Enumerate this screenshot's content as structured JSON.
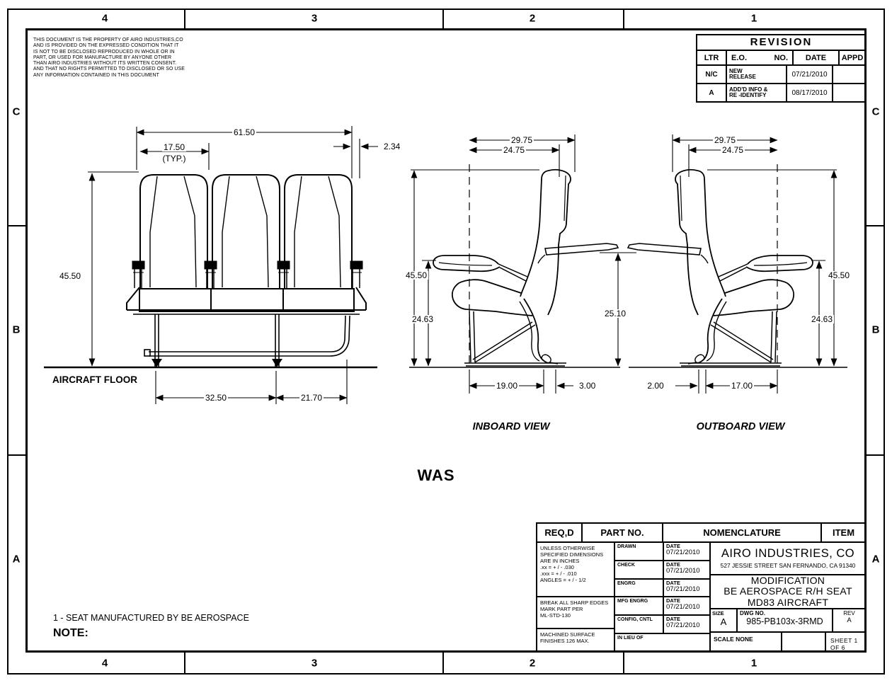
{
  "zones": {
    "cols": [
      "4",
      "3",
      "2",
      "1"
    ],
    "rows": [
      "C",
      "B",
      "A"
    ]
  },
  "proprietary": {
    "lines": [
      "THIS DOCUMENT IS THE PROPERTY OF AIRO INDUSTRIES,CO",
      "AND IS PROVIDED ON THE EXPRESSED CONDITION THAT IT",
      "IS NOT TO BE DISCLOSED REPRODUCED IN WHOLE OR IN",
      "PART, OR USED FOR MANUFACTURE BY ANYONE OTHER",
      "THAN AIRO INDUSTRIES WITHOUT ITS WRITTEN CONSENT.",
      "AND THAT NO RIGHTS PERMITTED TO DISCLOSED OR SO USE",
      "ANY INFORMATION CONTAINED IN THIS DOCUMENT"
    ]
  },
  "revision": {
    "title": "REVISION",
    "headers": {
      "ltr": "LTR",
      "eo": "E.O.",
      "no": "NO.",
      "date": "DATE",
      "appd": "APPD"
    },
    "rows": [
      {
        "ltr": "N/C",
        "eo": [
          "NEW",
          "RELEASE"
        ],
        "date": "07/21/2010",
        "appd": ""
      },
      {
        "ltr": "A",
        "eo": [
          "ADD'D INFO &",
          "RE -IDENTIFY"
        ],
        "date": "08/17/2010",
        "appd": ""
      }
    ]
  },
  "views": {
    "front": {
      "total": "61.50",
      "seat": "17.50",
      "typ": "(TYP.)",
      "gap": "2.34",
      "height": "45.50",
      "span_inner": "32.50",
      "span_outer": "21.70",
      "floor": "AIRCRAFT FLOOR"
    },
    "inboard": {
      "label": "INBOARD VIEW",
      "depth_outer": "29.75",
      "depth_inner": "24.75",
      "height": "45.50",
      "seat_height": "24.63",
      "tray_height": "25.10",
      "base": "19.00",
      "foot": "3.00"
    },
    "outboard": {
      "label": "OUTBOARD VIEW",
      "depth_outer": "29.75",
      "depth_inner": "24.75",
      "height": "45.50",
      "seat_height": "24.63",
      "foot": "2.00",
      "base": "17.00"
    }
  },
  "annotations": {
    "was": "WAS"
  },
  "notes": {
    "heading": "NOTE:",
    "items": [
      "1 - SEAT MANUFACTURED BY BE AEROSPACE"
    ]
  },
  "title_block": {
    "req_header": "REQ,D",
    "part_header": "PART NO.",
    "nomen_header": "NOMENCLATURE",
    "item_header": "ITEM",
    "tolerances": [
      "UNLESS OTHERWISE",
      "SPECIFIED DIMENSIONS",
      "ARE IN INCHES",
      ".xx = + / - .030",
      ".xxx = + / - .010",
      "ANGLES = + / - 1/2"
    ],
    "break_edges": [
      "BREAK ALL SHARP EDGES",
      "MARK PART PER",
      "ML-STD-130"
    ],
    "machined": [
      "MACHINED SURFACE",
      "FINISHES 126 MAX."
    ],
    "signoff": [
      {
        "role": "DRAWN",
        "date_label": "DATE",
        "date": "07/21/2010"
      },
      {
        "role": "CHECK",
        "date_label": "DATE",
        "date": "07/21/2010"
      },
      {
        "role": "ENGRG",
        "date_label": "DATE",
        "date": "07/21/2010"
      },
      {
        "role": "MFG ENGRG",
        "date_label": "DATE",
        "date": "07/21/2010"
      },
      {
        "role": "CONFIG, CNTL",
        "date_label": "DATE",
        "date": "07/21/2010"
      }
    ],
    "in_lieu_of": "IN LIEU OF",
    "company": "AIRO INDUSTRIES, CO",
    "address": "527 JESSIE STREET SAN FERNANDO, CA 91340",
    "title_lines": [
      "MODIFICATION",
      "BE AEROSPACE R/H SEAT",
      "MD83 AIRCRAFT"
    ],
    "size_label": "SIZE",
    "size_value": "A",
    "dwg_label": "DWG NO.",
    "dwg_value": "985-PB103x-3RMD",
    "rev_label": "REV",
    "rev_value": "A",
    "scale": "SCALE NONE",
    "sheet": "SHEET 1 OF 6"
  }
}
